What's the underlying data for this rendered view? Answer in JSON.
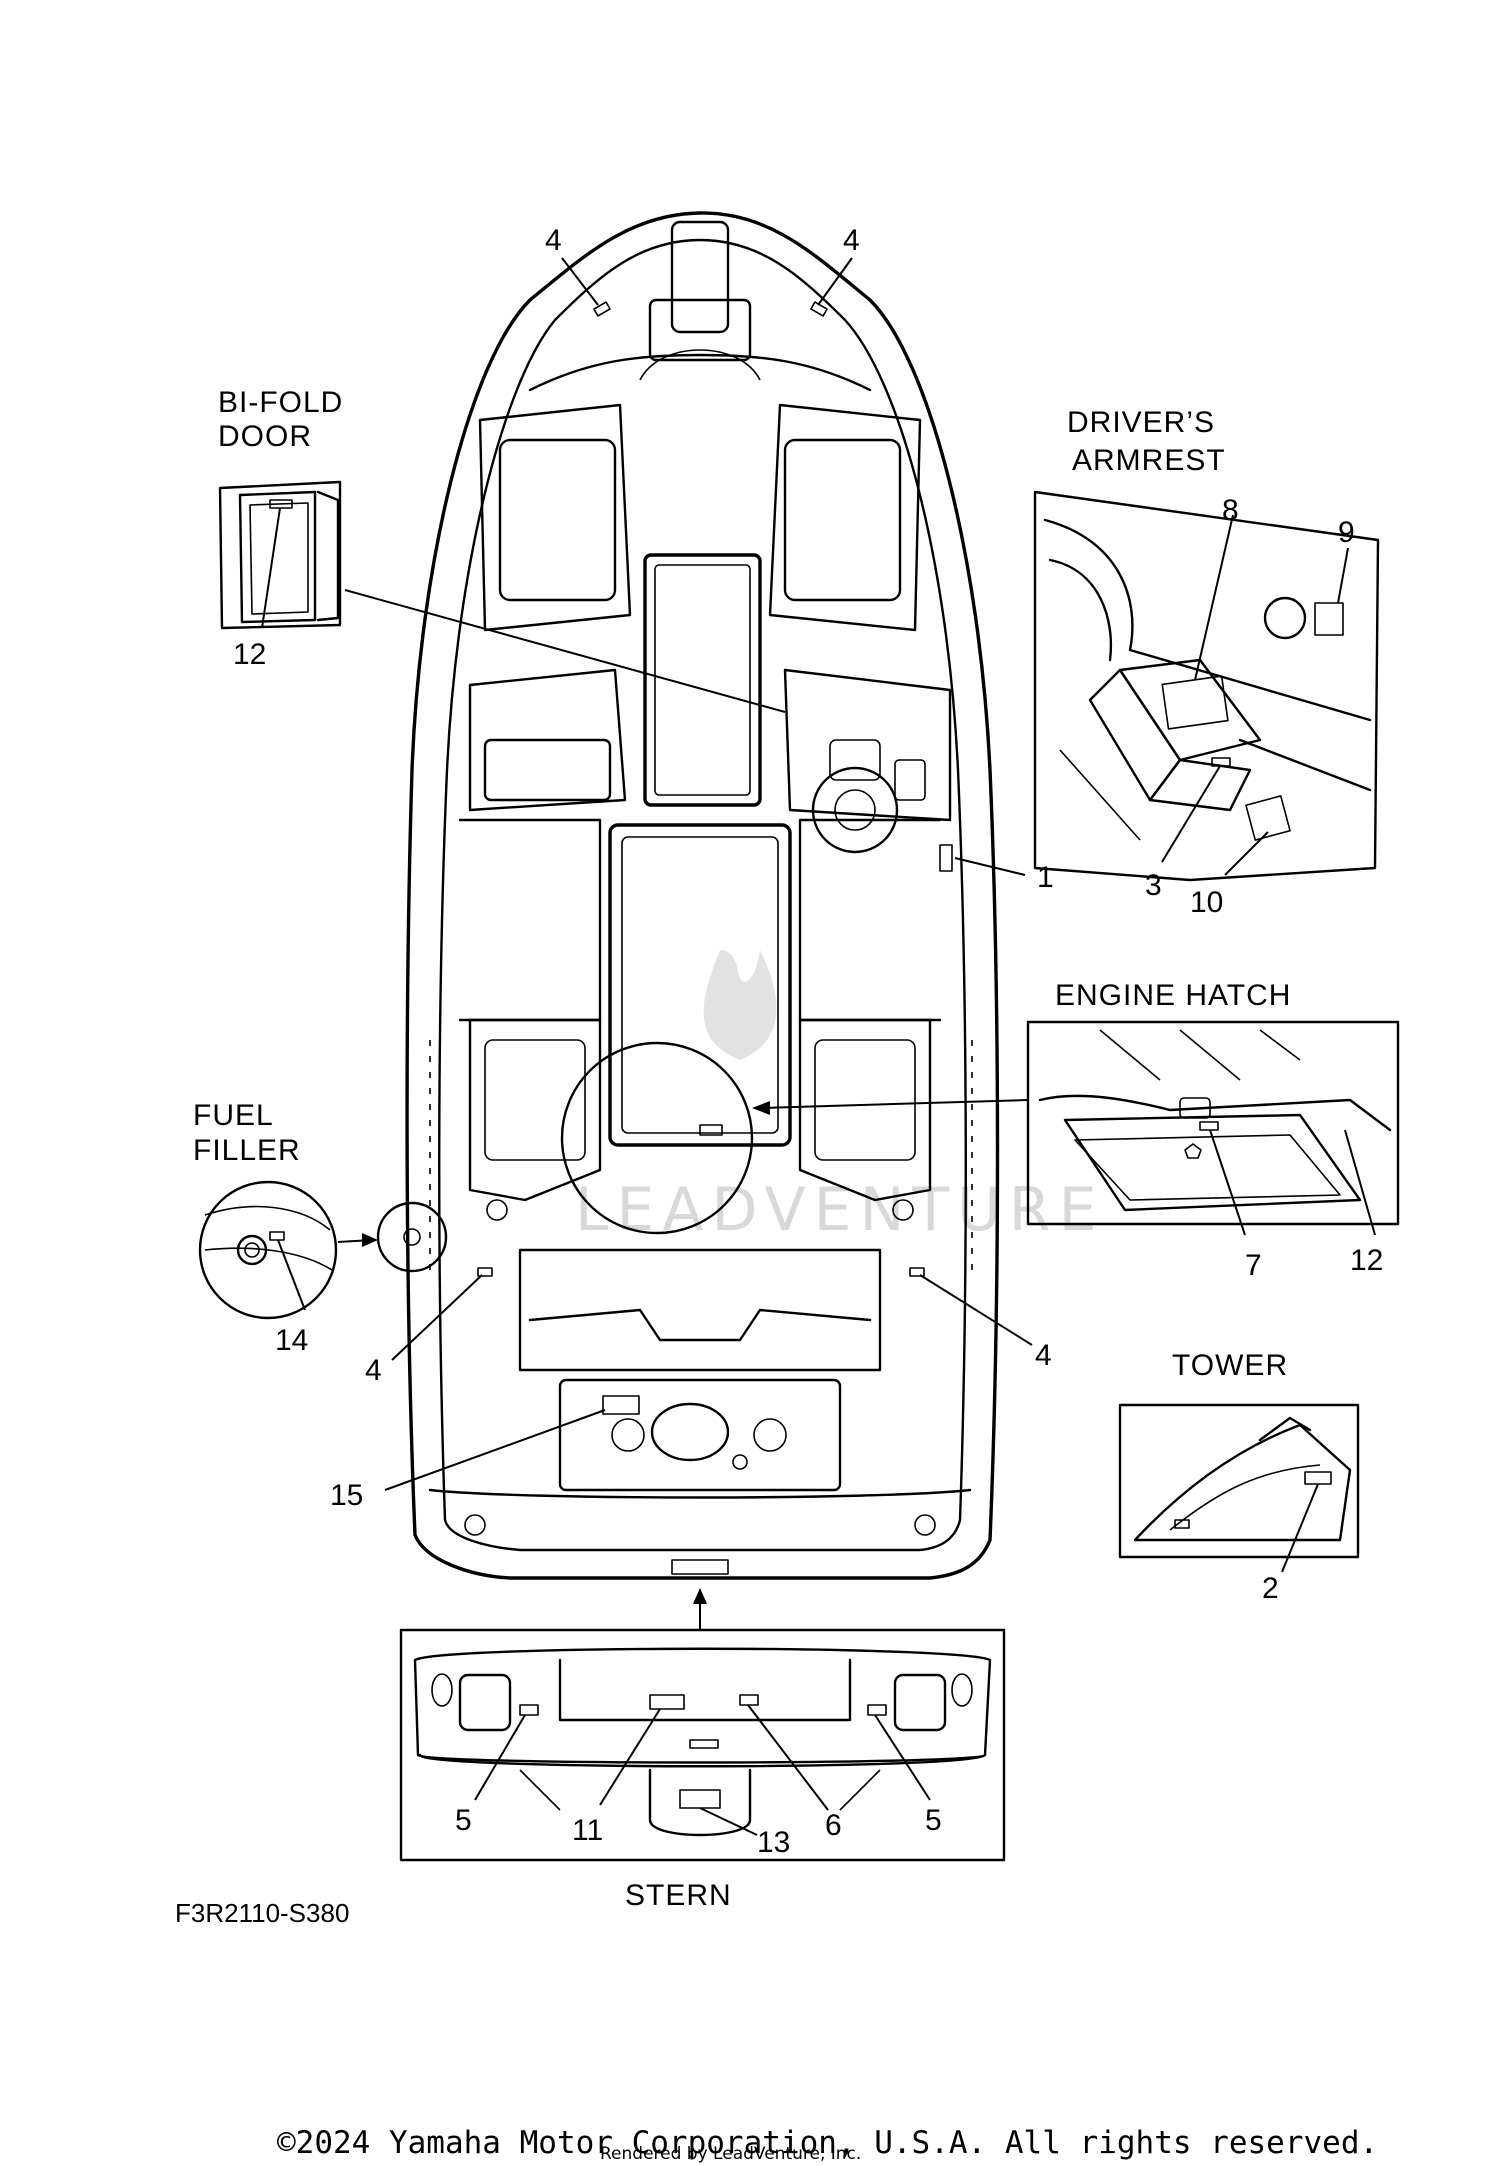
{
  "views": {
    "bifold_door": "BI-FOLD\nDOOR",
    "drivers_armrest": "DRIVER’S\nARMREST",
    "engine_hatch": "ENGINE HATCH",
    "fuel_filler": "FUEL\nFILLER",
    "tower": "TOWER",
    "stern": "STERN"
  },
  "callouts": {
    "bow_left": "4",
    "bow_right": "4",
    "bifold_12": "12",
    "arm_8": "8",
    "arm_9": "9",
    "item_1": "1",
    "arm_3": "3",
    "arm_10": "10",
    "hatch_7": "7",
    "hatch_12": "12",
    "fuel_14": "14",
    "aft_left": "4",
    "aft_right": "4",
    "item_15": "15",
    "tower_2": "2",
    "stern_5_left": "5",
    "stern_11": "11",
    "stern_13": "13",
    "stern_6": "6",
    "stern_5_right": "5"
  },
  "figure_code": "F3R2110-S380",
  "copyright": "©2024 Yamaha Motor Corporation, U.S.A. All rights reserved.",
  "rendered_by": "Rendered by LeadVenture, Inc.",
  "watermark": "LEADVENTURE"
}
